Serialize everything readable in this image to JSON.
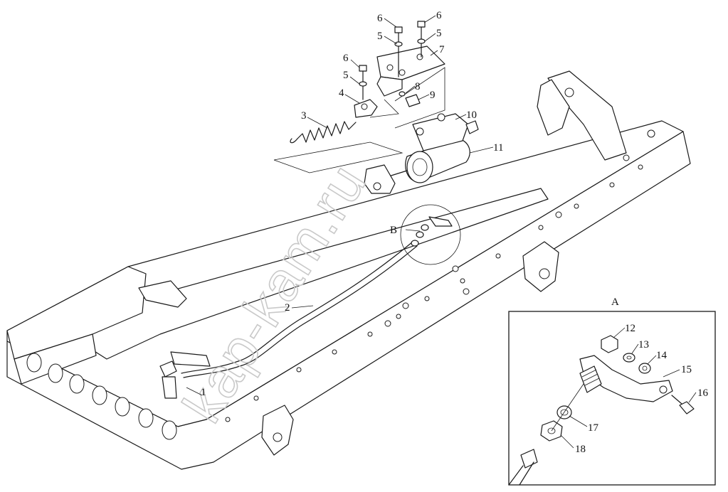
{
  "watermark": "kap-kam.ru",
  "corner_mark": "",
  "detail_views": {
    "main_detail_label": "B",
    "inset_title": "A"
  },
  "callouts": {
    "c1": "1",
    "c2": "2",
    "c3": "3",
    "c4": "4",
    "c5a": "5",
    "c5b": "5",
    "c5c": "5",
    "c6a": "6",
    "c6b": "6",
    "c6c": "6",
    "c7": "7",
    "c8": "8",
    "c9": "9",
    "c10": "10",
    "c11": "11",
    "c12": "12",
    "c13": "13",
    "c14": "14",
    "c15": "15",
    "c16": "16",
    "c17": "17",
    "c18": "18"
  }
}
